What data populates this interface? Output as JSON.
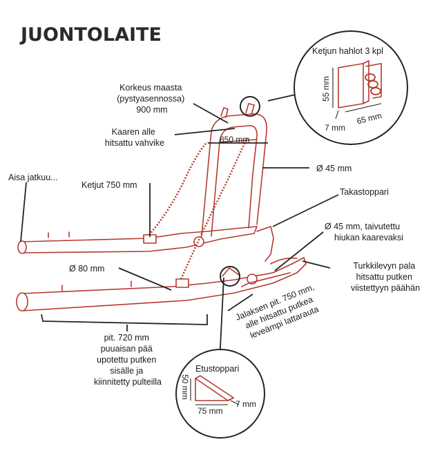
{
  "title": "JUONTOLAITE",
  "labels": {
    "korkeus": [
      "Korkeus maasta",
      "(pystyasennossa)",
      "900 mm"
    ],
    "kaaren": [
      "Kaaren alle",
      "hitsattu vahvike"
    ],
    "leveys": "850 mm",
    "aisa": "Aisa jatkuu...",
    "ketjut": "Ketjut 750 mm",
    "putki45": "Ø 45 mm",
    "takastoppari": "Takastoppari",
    "putki45b": [
      "Ø 45 mm, taivutettu",
      "hiukan kaarevaksi"
    ],
    "putki80": "Ø  80 mm",
    "turkki": [
      "Turkkilevyn pala",
      "hitsattu putken",
      "viistettyyn päähän"
    ],
    "jalas": [
      "Jalaksen pit. 750 mm,",
      "alle hitsattu putkea",
      "leveämpi lattarauta"
    ],
    "pit720": [
      "pit. 720 mm",
      "puuaisan pää",
      "upotettu putken",
      "sisälle ja",
      "kiinnitetty pulteilla"
    ]
  },
  "detail_chain": {
    "title": "Ketjun hahlot 3 kpl",
    "height": "55 mm",
    "thickness": "7 mm",
    "width": "65 mm"
  },
  "detail_stop": {
    "title": "Etustoppari",
    "height": "50 mm",
    "width": "75 mm",
    "thickness": "7 mm"
  }
}
